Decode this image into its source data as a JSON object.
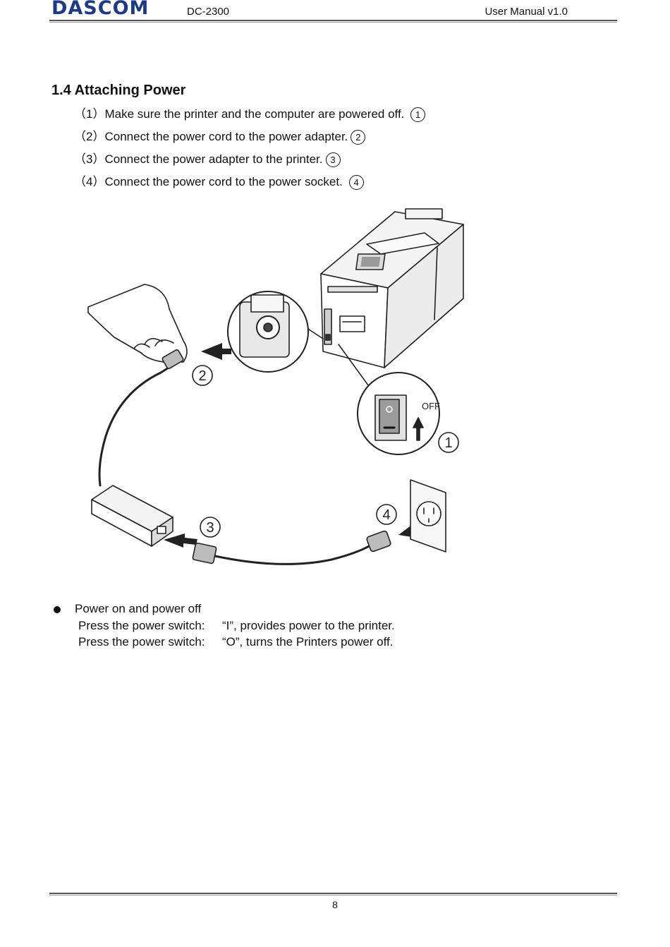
{
  "header": {
    "logo": "DASCOM",
    "model": "DC-2300",
    "manual": "User Manual v1.0"
  },
  "section": {
    "title": "1.4 Attaching Power",
    "steps": [
      {
        "num": "（1）",
        "text": "Make sure the printer and the computer are powered off.",
        "marker": "1"
      },
      {
        "num": "（2）",
        "text": "Connect the power cord to the power adapter.",
        "marker": "2"
      },
      {
        "num": "（3）",
        "text": "Connect the power adapter to the printer.",
        "marker": "3"
      },
      {
        "num": "（4）",
        "text": "Connect the power cord to the power socket.",
        "marker": "4"
      }
    ]
  },
  "figure": {
    "switch_label": "OFF",
    "switch_symbol": "O",
    "callouts": [
      "1",
      "2",
      "3",
      "4"
    ]
  },
  "power": {
    "title": "Power on and power off",
    "rows": [
      {
        "label": "Press the power switch:",
        "value": "“I”, provides power to the printer."
      },
      {
        "label": "Press the power switch:",
        "value": "“O”, turns the Printers power off."
      }
    ]
  },
  "footer": {
    "page": "8"
  },
  "colors": {
    "logo": "#1d3a8a",
    "rule": "#555555"
  }
}
